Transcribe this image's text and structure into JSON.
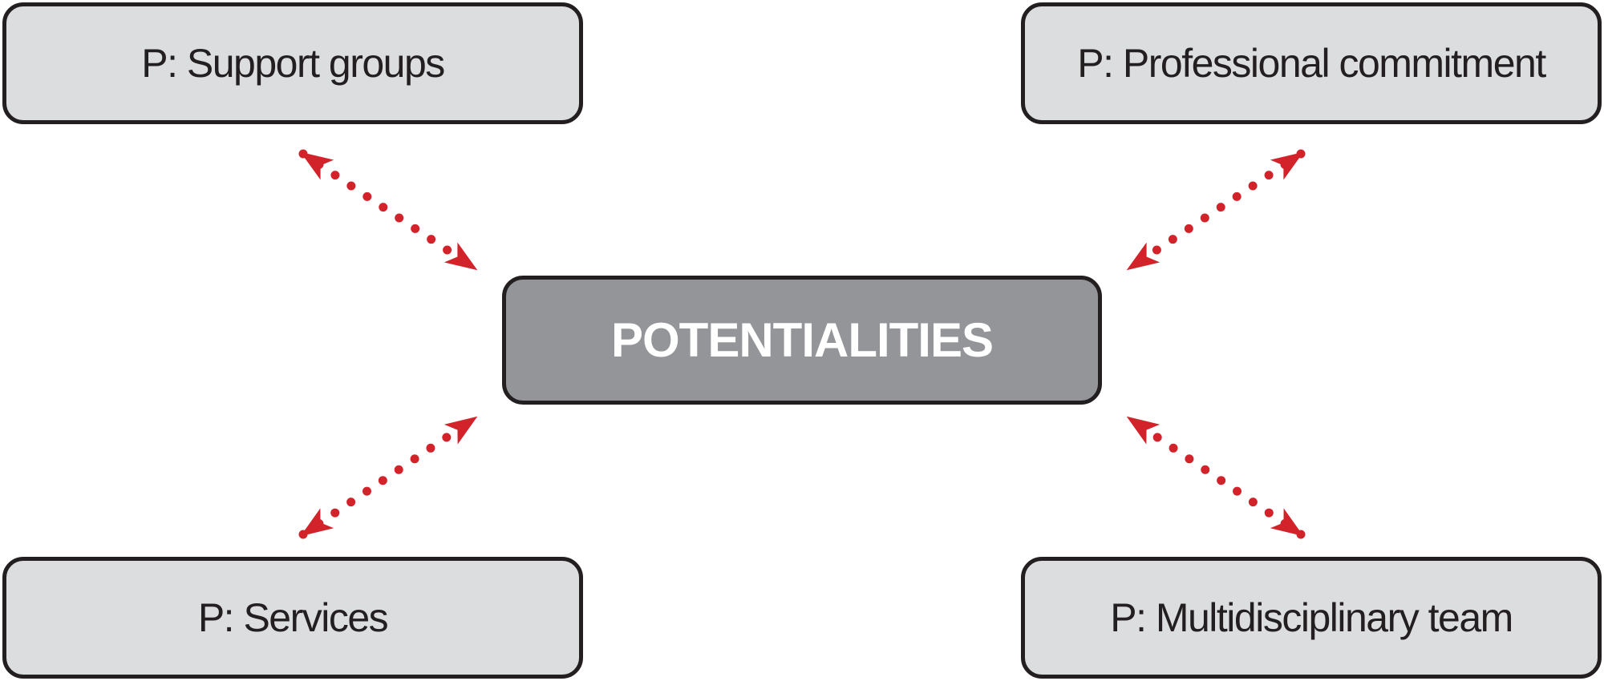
{
  "diagram": {
    "center": {
      "label": "POTENTIALITIES"
    },
    "nodes": [
      {
        "id": "top-left",
        "label": "P: Support groups"
      },
      {
        "id": "top-right",
        "label": "P: Professional commitment"
      },
      {
        "id": "bottom-left",
        "label": "P: Services"
      },
      {
        "id": "bottom-right",
        "label": "P: Multidisciplinary team"
      }
    ],
    "connectors": [
      {
        "from": "center",
        "to": "top-left",
        "style": "dotted",
        "arrows": "both"
      },
      {
        "from": "center",
        "to": "top-right",
        "style": "dotted",
        "arrows": "both"
      },
      {
        "from": "center",
        "to": "bottom-left",
        "style": "dotted",
        "arrows": "both"
      },
      {
        "from": "center",
        "to": "bottom-right",
        "style": "dotted",
        "arrows": "both"
      }
    ]
  },
  "colors": {
    "connector": "#d2232a",
    "node_fill": "#dcdddf",
    "center_fill": "#939598",
    "border": "#231f20",
    "center_text": "#ffffff"
  }
}
